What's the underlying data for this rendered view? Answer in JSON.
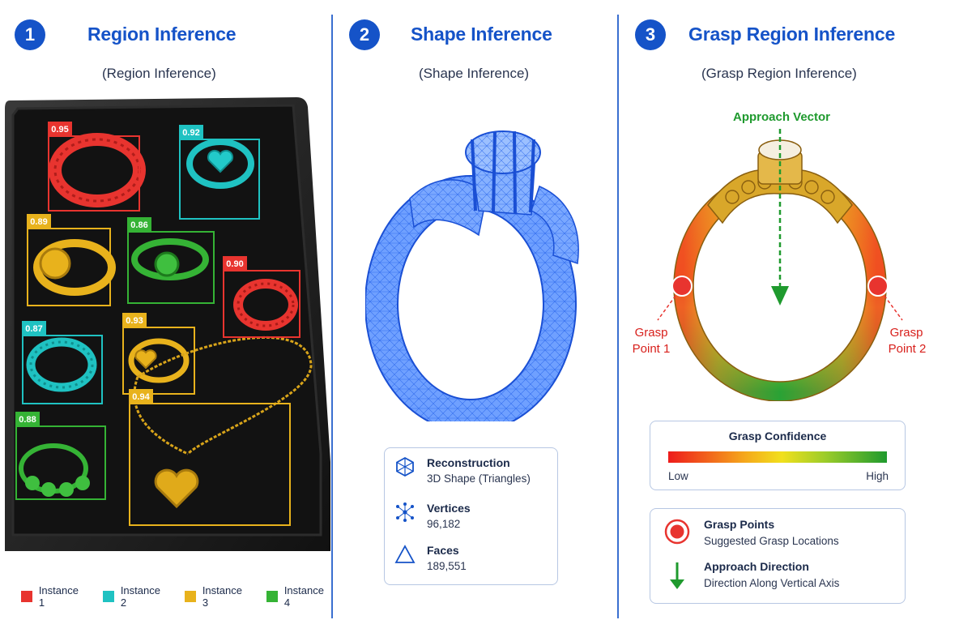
{
  "colors": {
    "accent": "#1553c8",
    "instance1": "#e8342f",
    "instance2": "#1fc2c2",
    "instance3": "#e8b21c",
    "instance4": "#35b335",
    "grasp_point": "#e8342f",
    "approach": "#1f9a2e"
  },
  "panels": [
    {
      "step": "1",
      "title": "Region Inference",
      "subtitle": "(Region Inference)"
    },
    {
      "step": "2",
      "title": "Shape Inference",
      "subtitle": "(Shape Inference)"
    },
    {
      "step": "3",
      "title": "Grasp Region Inference",
      "subtitle": "(Grasp Region Inference)"
    }
  ],
  "detections": [
    {
      "score": "0.95",
      "instance": 1
    },
    {
      "score": "0.92",
      "instance": 2
    },
    {
      "score": "0.89",
      "instance": 3
    },
    {
      "score": "0.86",
      "instance": 4
    },
    {
      "score": "0.90",
      "instance": 1
    },
    {
      "score": "0.87",
      "instance": 2
    },
    {
      "score": "0.93",
      "instance": 3
    },
    {
      "score": "0.88",
      "instance": 4
    },
    {
      "score": "0.94",
      "instance": 3
    }
  ],
  "legend": [
    {
      "label": "Instance 1",
      "color": "#e8342f"
    },
    {
      "label": "Instance 2",
      "color": "#1fc2c2"
    },
    {
      "label": "Instance 3",
      "color": "#e8b21c"
    },
    {
      "label": "Instance 4",
      "color": "#35b335"
    }
  ],
  "stats": {
    "reconstruction": {
      "label": "Reconstruction",
      "value": "3D Shape (Triangles)",
      "icon": "mesh-cube-icon"
    },
    "vertices": {
      "label": "Vertices",
      "value": "96,182",
      "icon": "vertices-icon"
    },
    "faces": {
      "label": "Faces",
      "value": "189,551",
      "icon": "triangle-icon"
    }
  },
  "grasp": {
    "approach_label": "Approach Vector",
    "point1_line1": "Grasp",
    "point1_line2": "Point 1",
    "point2_line1": "Grasp",
    "point2_line2": "Point 2"
  },
  "confidence": {
    "title": "Grasp Confidence",
    "low": "Low",
    "high": "High"
  },
  "key": {
    "points_label": "Grasp Points",
    "points_desc": "Suggested Grasp Locations",
    "direction_label": "Approach Direction",
    "direction_desc": "Direction Along Vertical Axis"
  }
}
